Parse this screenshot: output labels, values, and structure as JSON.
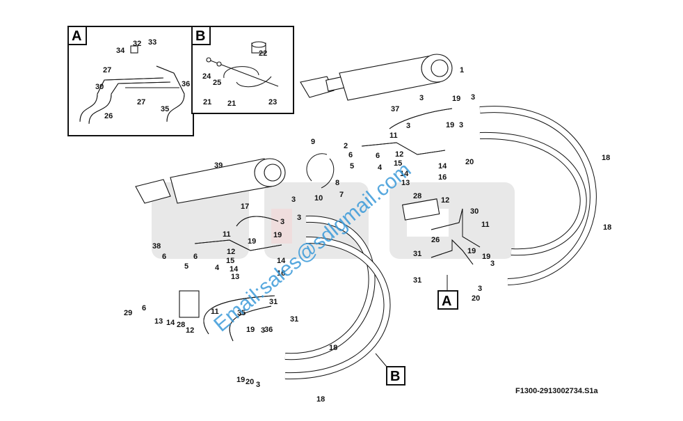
{
  "diagram": {
    "title_code": "F1300-2913002734.S1a",
    "watermark": "Email:sales@sdlgmail.com",
    "background_logo": "SDLG",
    "colors": {
      "line": "#111111",
      "watermark": "#3a9ad9",
      "logo": "#e6e6e6",
      "logo_accent": "#f3d6d6"
    },
    "inset_labels": {
      "a": "A",
      "b": "B"
    },
    "callout_labels": {
      "a": "A",
      "b": "B"
    },
    "inset_a_parts": [
      "32",
      "33",
      "34",
      "27",
      "30",
      "27",
      "26",
      "35",
      "36"
    ],
    "inset_b_parts": [
      "22",
      "24",
      "25",
      "21",
      "21",
      "23"
    ],
    "main_parts": [
      "1",
      "3",
      "19",
      "3",
      "37",
      "3",
      "19",
      "3",
      "11",
      "2",
      "6",
      "6",
      "12",
      "5",
      "4",
      "15",
      "14",
      "14",
      "16",
      "13",
      "20",
      "18",
      "18",
      "9",
      "8",
      "7",
      "10",
      "39",
      "3",
      "17",
      "3",
      "3",
      "11",
      "19",
      "19",
      "38",
      "6",
      "6",
      "12",
      "15",
      "14",
      "5",
      "4",
      "14",
      "16",
      "13",
      "28",
      "12",
      "30",
      "11",
      "26",
      "31",
      "19",
      "19",
      "3",
      "31",
      "3",
      "20",
      "29",
      "6",
      "13",
      "14",
      "28",
      "12",
      "11",
      "35",
      "31",
      "31",
      "36",
      "19",
      "3",
      "19",
      "20",
      "3",
      "18",
      "18"
    ]
  }
}
